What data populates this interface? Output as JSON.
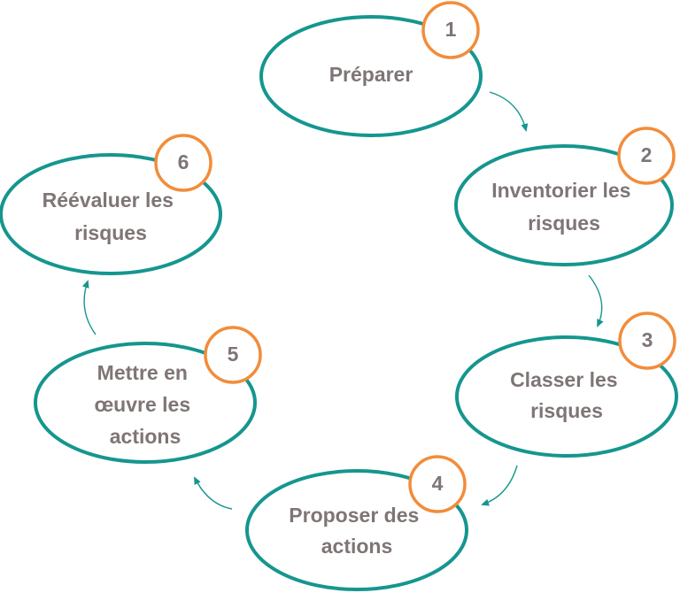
{
  "colors": {
    "ellipse_stroke": "#15968f",
    "badge_stroke": "#f28c3a",
    "arrow": "#15968f",
    "text": "#7f7575"
  },
  "steps": [
    {
      "number": "1",
      "lines": [
        "Préparer"
      ]
    },
    {
      "number": "2",
      "lines": [
        "Inventorier les",
        "risques"
      ]
    },
    {
      "number": "3",
      "lines": [
        "Classer les",
        "risques"
      ]
    },
    {
      "number": "4",
      "lines": [
        "Proposer des",
        "actions"
      ]
    },
    {
      "number": "5",
      "lines": [
        "Mettre en",
        "œuvre les",
        "actions"
      ]
    },
    {
      "number": "6",
      "lines": [
        "Réévaluer les",
        "risques"
      ]
    }
  ]
}
